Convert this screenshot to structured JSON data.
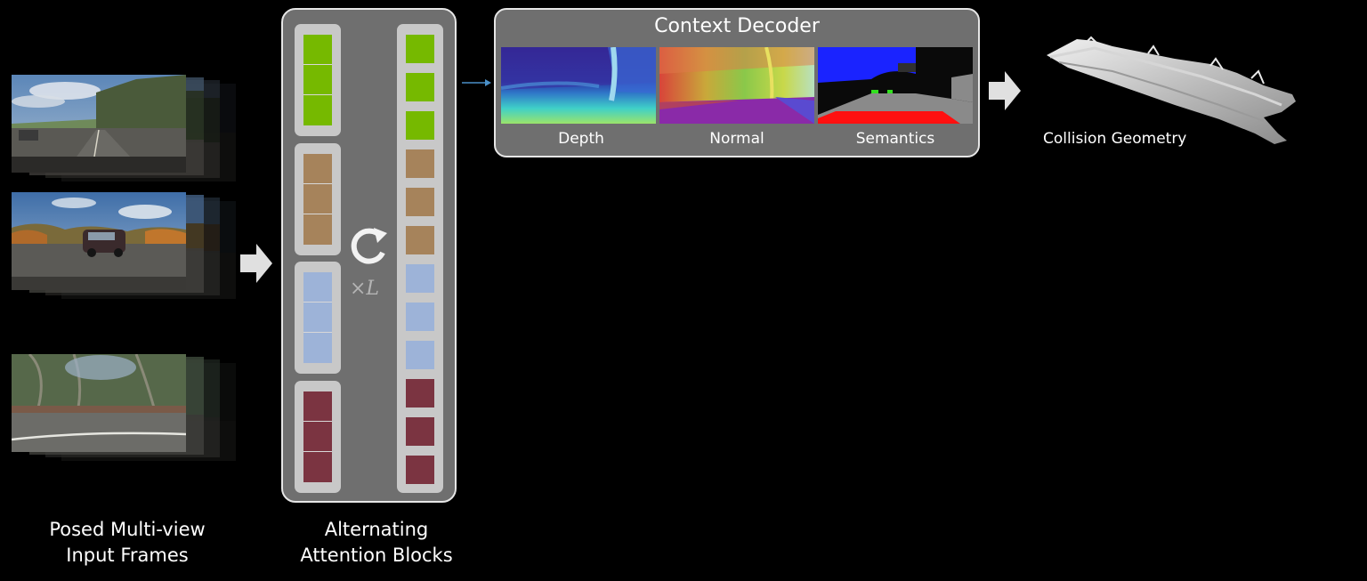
{
  "input_frames": {
    "caption_line1": "Posed Multi-view",
    "caption_line2": "Input Frames",
    "stacks": [
      {
        "scene": "highway-road-icon"
      },
      {
        "scene": "road-with-suv-icon"
      },
      {
        "scene": "wooded-roadside-icon"
      }
    ]
  },
  "attention": {
    "caption_line1": "Alternating",
    "caption_line2": "Attention Blocks",
    "loop_icon": "cycle-arrow-icon",
    "loop_label": "×L",
    "colors": {
      "green": "#76b900",
      "brown": "#a6835b",
      "blue": "#9db3d8",
      "maroon": "#7b3441"
    }
  },
  "decoder": {
    "title": "Context Decoder",
    "outputs": [
      {
        "label": "Depth"
      },
      {
        "label": "Normal"
      },
      {
        "label": "Semantics"
      }
    ]
  },
  "collision": {
    "label": "Collision Geometry",
    "icon": "mesh-3d-icon"
  }
}
